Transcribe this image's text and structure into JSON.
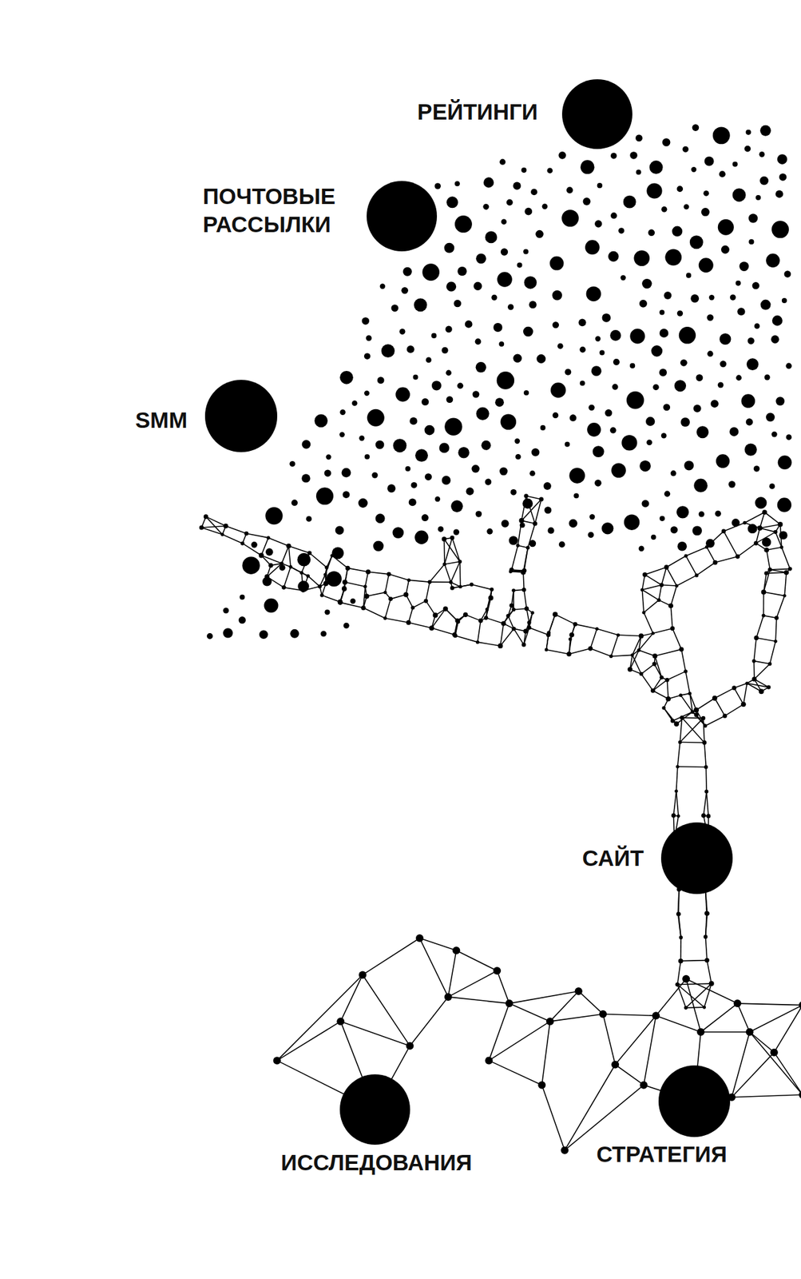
{
  "diagram": {
    "nodes": [
      {
        "text": [
          "РЕЙТИНГИ"
        ]
      },
      {
        "text": [
          "ПОЧТОВЫЕ РАССЫЛКИ"
        ]
      },
      {
        "text": [
          "SMM"
        ]
      },
      {
        "text": [
          "САЙТ"
        ]
      },
      {
        "text": [
          "ИССЛЕДОВАНИЯ"
        ]
      },
      {
        "text": [
          "СТРАТЕГИЯ"
        ]
      }
    ]
  }
}
